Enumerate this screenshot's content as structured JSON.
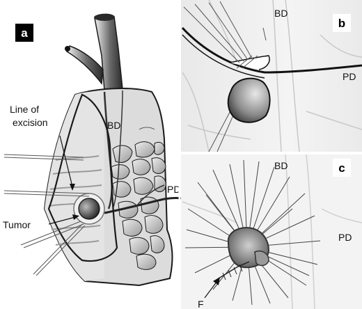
{
  "panels": {
    "a": {
      "tag": "a",
      "labels": {
        "line_of_excision_1": "Line of",
        "line_of_excision_2": "excision",
        "bd": "BD",
        "pd": "PD",
        "tumor": "Tumor"
      }
    },
    "b": {
      "tag": "b",
      "labels": {
        "bd": "BD",
        "pd": "PD"
      }
    },
    "c": {
      "tag": "c",
      "labels": {
        "bd": "BD",
        "pd": "PD",
        "f": "F"
      }
    }
  },
  "colors": {
    "tag_bg_dark": "#000000",
    "tag_bg_light": "#ffffff",
    "outline": "#1a1a1a",
    "tissue": "#d9d9d9",
    "tumor_dark": "#2e2e2e"
  }
}
